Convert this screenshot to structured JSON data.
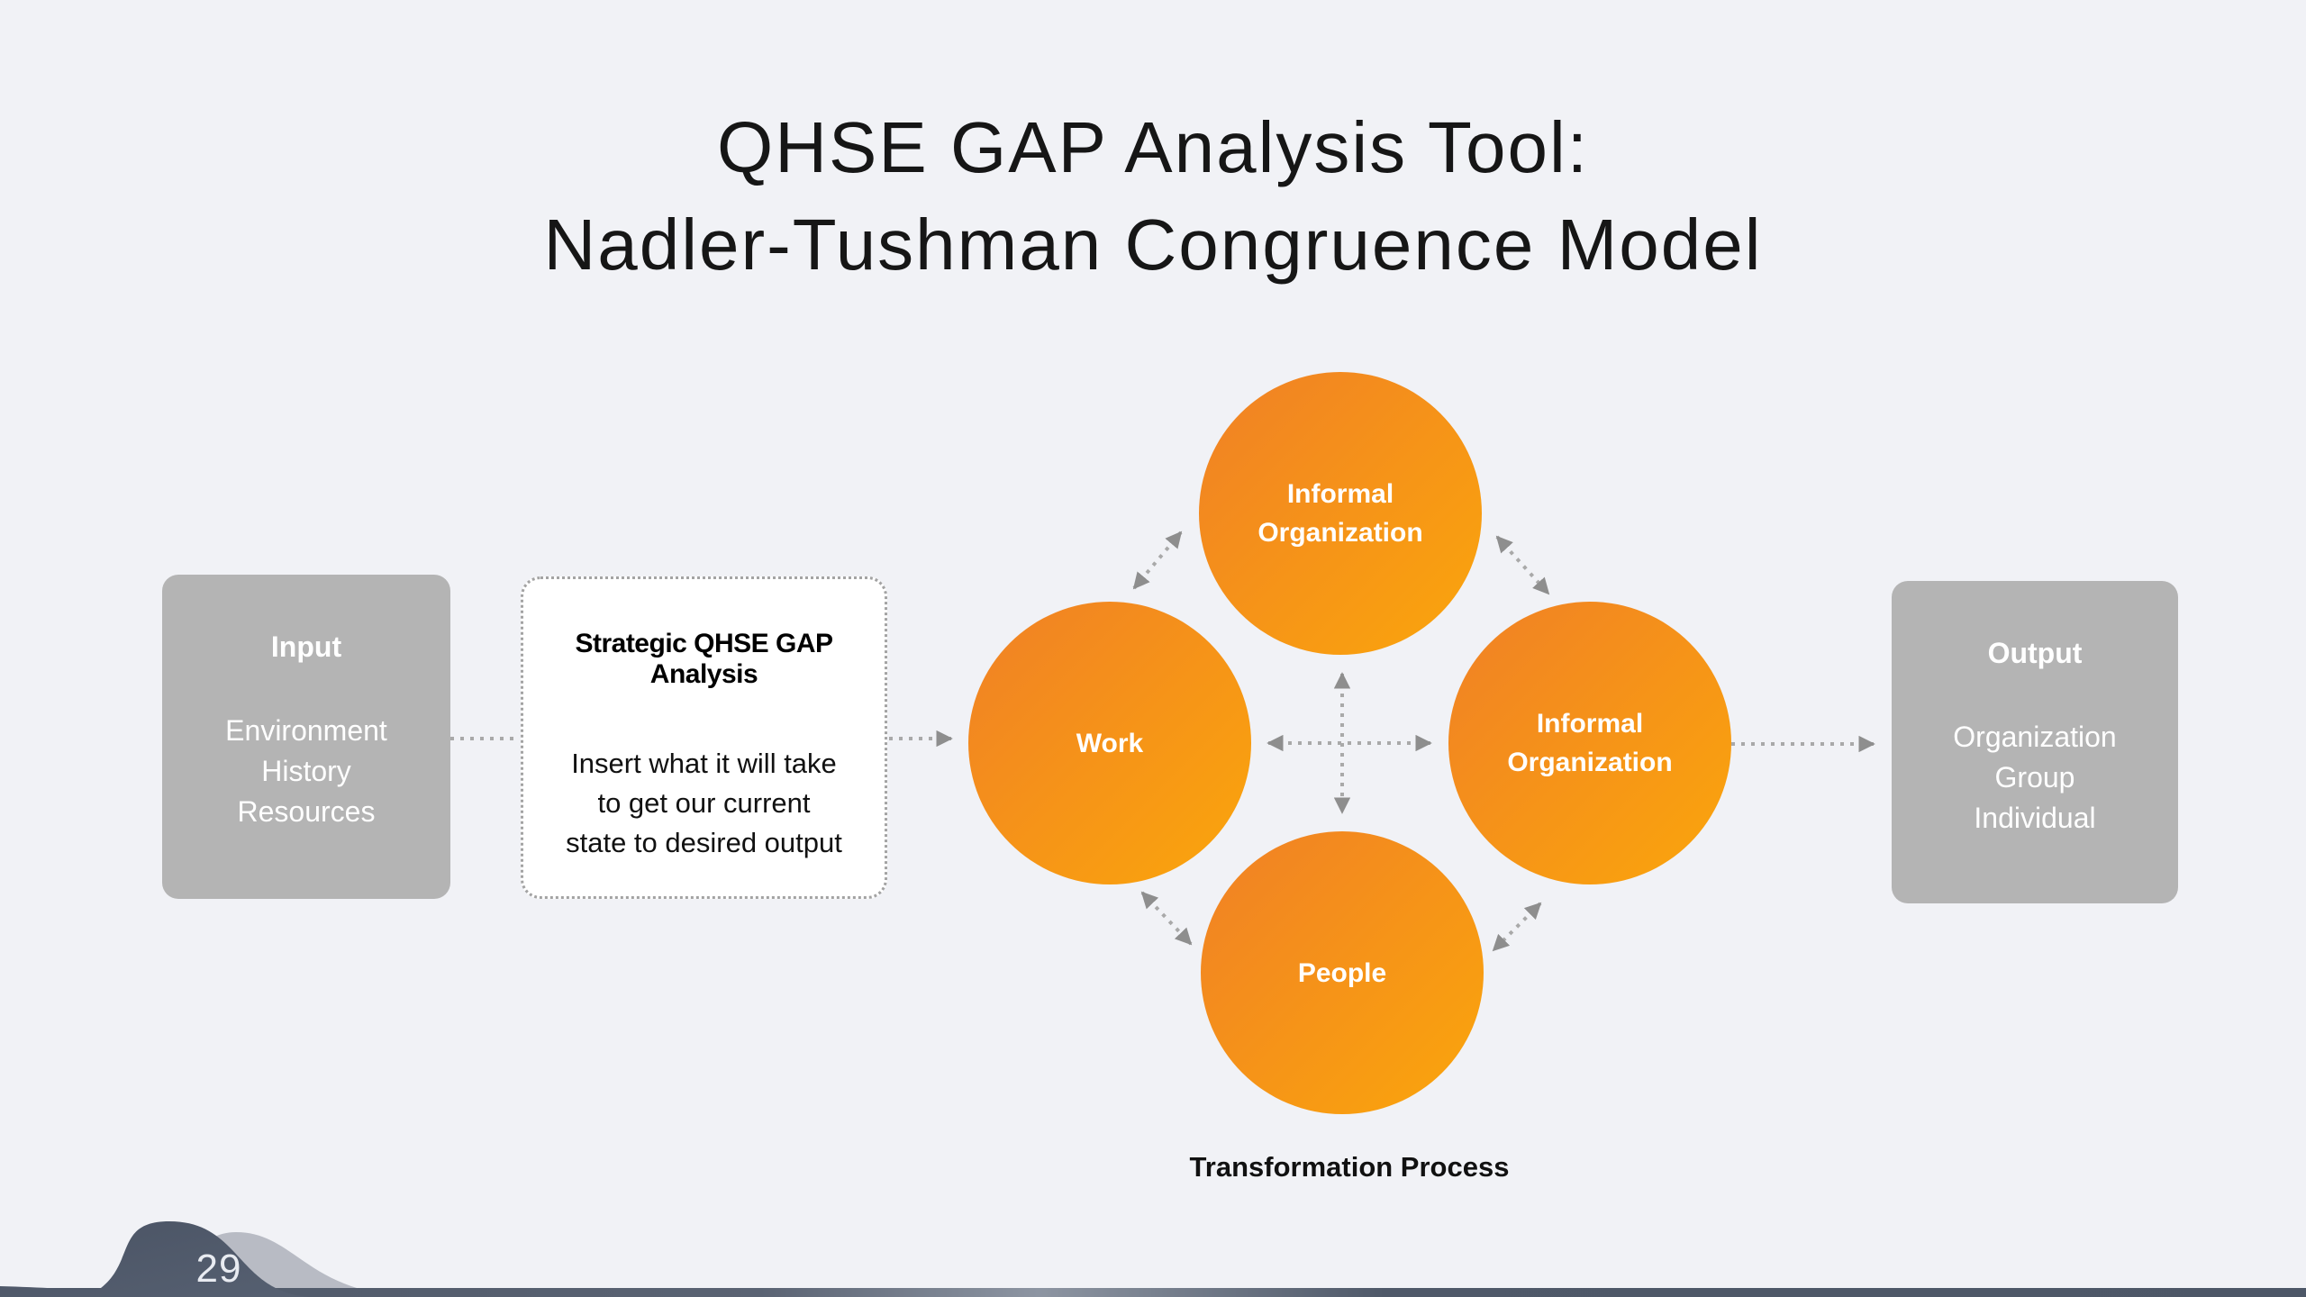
{
  "title": {
    "line1": "QHSE GAP Analysis Tool:",
    "line2": "Nadler-Tushman Congruence Model"
  },
  "input_box": {
    "title": "Input",
    "lines": [
      "Environment",
      "History",
      "Resources"
    ]
  },
  "gap_box": {
    "title": "Strategic QHSE GAP Analysis",
    "lines": [
      "Insert what it will take",
      "to get our current",
      "state to desired output"
    ]
  },
  "output_box": {
    "title": "Output",
    "lines": [
      "Organization",
      "Group",
      "Individual"
    ]
  },
  "circles": {
    "top": {
      "line1": "Informal",
      "line2": "Organization"
    },
    "left": {
      "label": "Work"
    },
    "right": {
      "line1": "Informal",
      "line2": "Organization"
    },
    "bottom": {
      "label": "People"
    }
  },
  "caption": {
    "label": "Transformation Process"
  },
  "footer": {
    "page_number": "29"
  },
  "colors": {
    "background": "#f1f2f6",
    "circle_gradient_start": "#f08026",
    "circle_gradient_end": "#fba60b",
    "box_gray": "#b4b4b4",
    "connector_dots": "#a9a9a9",
    "arrowhead": "#8e8e8e",
    "wave_dark": "#4d5767",
    "page_number_text": "#e8ebf1",
    "title_text": "#161616"
  }
}
